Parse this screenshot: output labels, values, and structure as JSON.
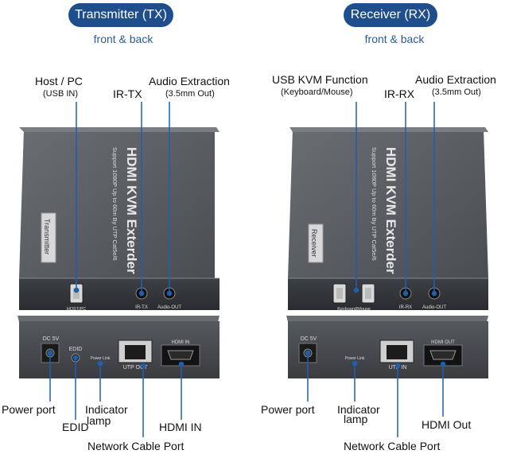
{
  "tx": {
    "title": "Transmitter (TX)",
    "subtitle": "front & back",
    "top_labels": {
      "host": "Host / PC",
      "host_sub": "(USB IN)",
      "ir": "IR-TX",
      "audio": "Audio Extraction",
      "audio_sub": "(3.5mm Out)"
    },
    "bottom_labels": {
      "power": "Power port",
      "edid": "EDID",
      "indicator": "Indicator",
      "indicator2": "lamp",
      "hdmi": "HDMI IN",
      "network": "Network Cable Port"
    },
    "device": {
      "name": "HDMI KVM Exterder",
      "spec": "Support 1080P Up to 60m By UTP Cat5e/6",
      "tag": "Transmitter",
      "port_usb": "HOST/PC",
      "port_ir": "IR-TX",
      "port_audio": "Audio-OUT",
      "port_dc": "DC 5V",
      "port_edid": "EDID",
      "port_power": "Power Link",
      "port_utp": "UTP OUT",
      "port_hdmi": "HDMI IN"
    }
  },
  "rx": {
    "title": "Receiver (RX)",
    "subtitle": "front & back",
    "top_labels": {
      "usb": "USB KVM Function",
      "usb_sub": "(Keyboard/Mouse)",
      "ir": "IR-RX",
      "audio": "Audio Extraction",
      "audio_sub": "(3.5mm Out)"
    },
    "bottom_labels": {
      "power": "Power port",
      "indicator": "Indicator",
      "indicator2": "lamp",
      "hdmi": "HDMI Out",
      "network": "Network Cable Port"
    },
    "device": {
      "name": "HDMI KVM Exterder",
      "spec": "Support 1080P Up to 60m By UTP Cat5e/6",
      "tag": "Receiver",
      "port_usb": "Keyboard/Mouse",
      "port_ir": "IR-RX",
      "port_audio": "Audio-OUT",
      "port_dc": "DC 5V",
      "port_power": "Power Link",
      "port_utp": "UTP IN",
      "port_hdmi": "HDMI OUT"
    }
  }
}
